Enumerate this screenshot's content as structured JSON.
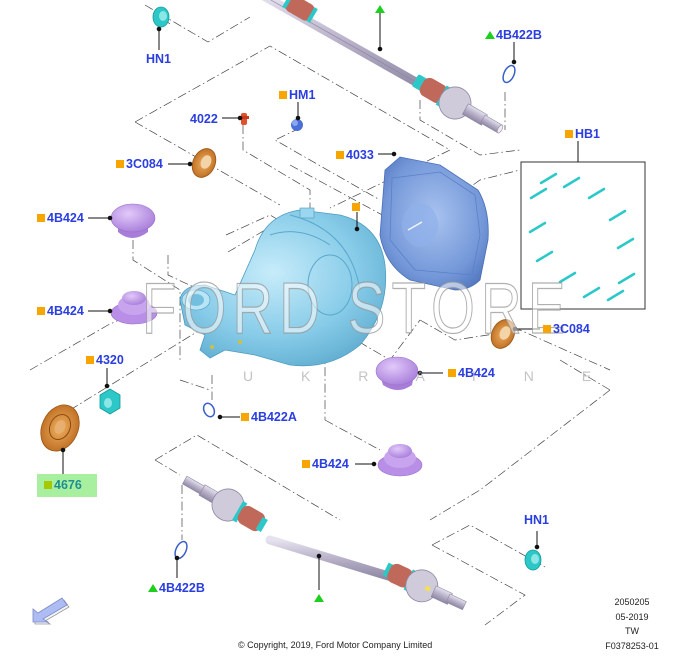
{
  "diagram": {
    "title": "Rear Axle / Differential exploded parts diagram",
    "callouts": [
      {
        "id": "hn1-top",
        "label": "HN1",
        "marker": "none"
      },
      {
        "id": "4b422b-top",
        "label": "4B422B",
        "marker": "triangle"
      },
      {
        "id": "hm1",
        "label": "HM1",
        "marker": "square"
      },
      {
        "id": "4022",
        "label": "4022",
        "marker": "none"
      },
      {
        "id": "hb1",
        "label": "HB1",
        "marker": "square"
      },
      {
        "id": "3c084-left",
        "label": "3C084",
        "marker": "square"
      },
      {
        "id": "4033",
        "label": "4033",
        "marker": "square"
      },
      {
        "id": "housing",
        "label": "",
        "marker": "square"
      },
      {
        "id": "4b424-1",
        "label": "4B424",
        "marker": "square"
      },
      {
        "id": "4b424-2",
        "label": "4B424",
        "marker": "square"
      },
      {
        "id": "3c084-right",
        "label": "3C084",
        "marker": "square"
      },
      {
        "id": "4320",
        "label": "4320",
        "marker": "square"
      },
      {
        "id": "4b424-3",
        "label": "4B424",
        "marker": "square"
      },
      {
        "id": "4b422a",
        "label": "4B422A",
        "marker": "square"
      },
      {
        "id": "4676",
        "label": "4676",
        "marker": "square",
        "highlighted": true
      },
      {
        "id": "4b424-4",
        "label": "4B424",
        "marker": "square"
      },
      {
        "id": "hn1-bottom",
        "label": "HN1",
        "marker": "none"
      },
      {
        "id": "4b422b-bottom",
        "label": "4B422B",
        "marker": "triangle"
      },
      {
        "id": "shaft-top",
        "label": "",
        "marker": "triangle"
      },
      {
        "id": "shaft-bottom",
        "label": "",
        "marker": "triangle"
      }
    ],
    "watermark": {
      "main": "FORD STORE",
      "sub": "U K R A I N E"
    },
    "nav_arrow": "arrow-down-left-icon"
  },
  "footer": {
    "copyright": "© Copyright, 2019, Ford Motor Company Limited",
    "code": "2050205",
    "date": "05-2019",
    "region": "TW",
    "figure_id": "F0378253-01"
  },
  "colors": {
    "label_blue": "#2b3ee0",
    "marker_orange": "#f7a600",
    "marker_green": "#1ed01e",
    "highlight_green": "#a8f0a0",
    "housing_blue": "#7cc6e6",
    "cover_blue": "#6f96d8",
    "plug_purple": "#b98ee6",
    "seal_orange": "#d6822a",
    "bolt_teal": "#2cc8c8",
    "shaft_gray": "#b9b3c9",
    "boot_red": "#c0685a"
  }
}
